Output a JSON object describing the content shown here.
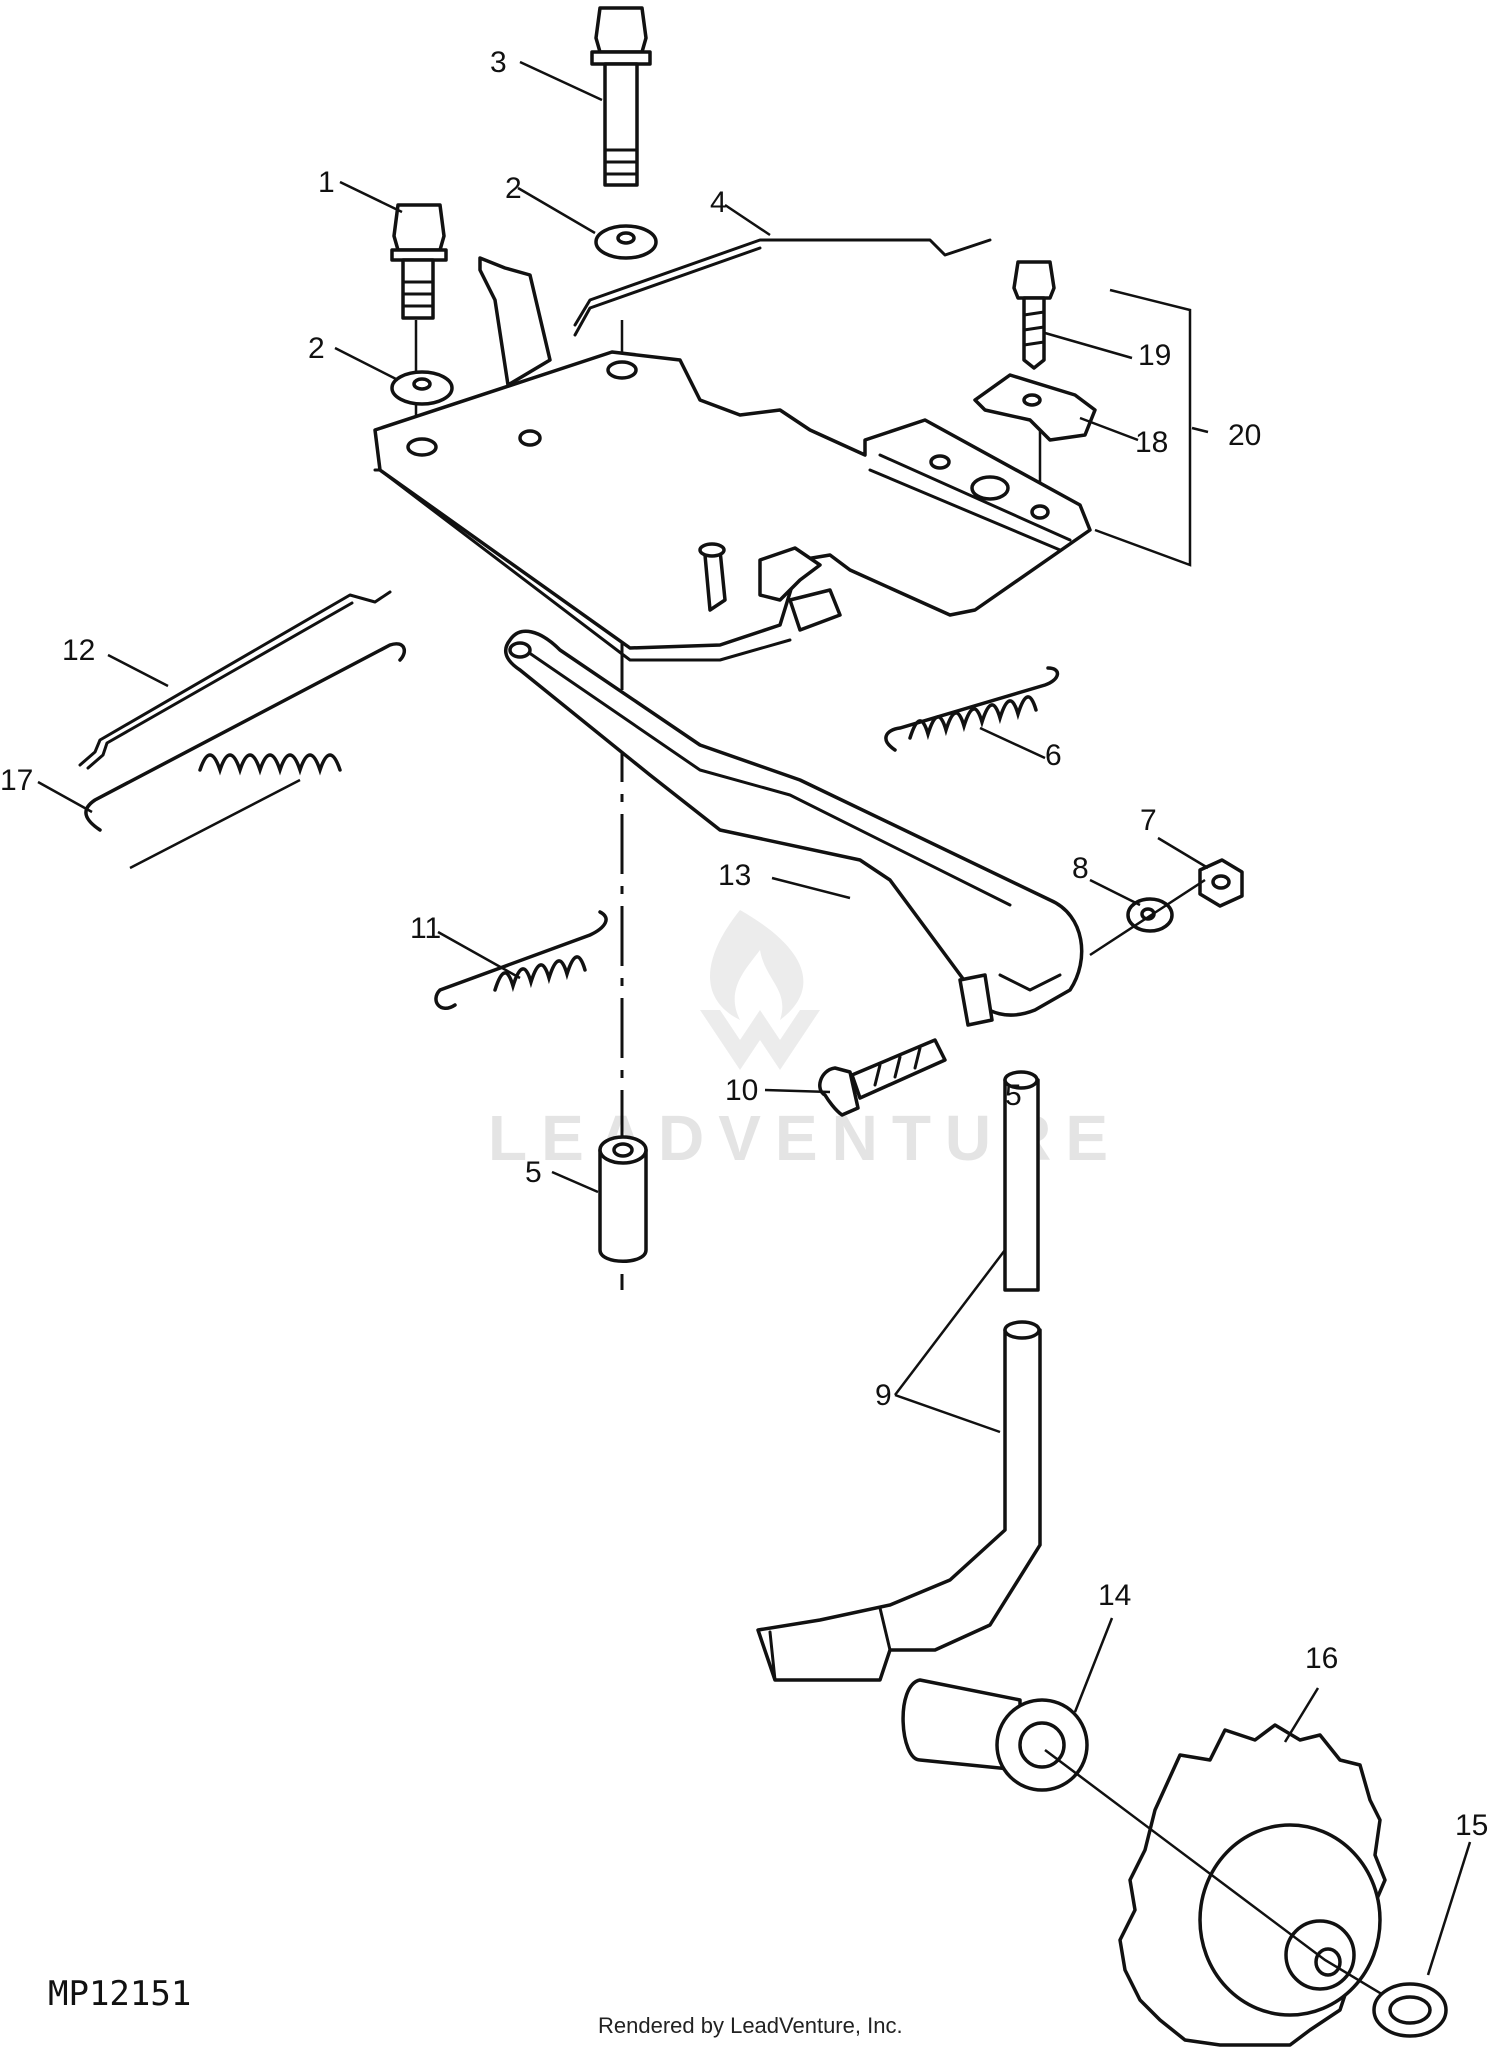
{
  "figure_code": "MP12151",
  "credit": "Rendered by LeadVenture, Inc.",
  "watermark": "LEADVENTURE",
  "callouts": {
    "c1": "1",
    "c2a": "2",
    "c2b": "2",
    "c3": "3",
    "c4": "4",
    "c5a": "5",
    "c5b": "5",
    "c6": "6",
    "c7": "7",
    "c8": "8",
    "c9": "9",
    "c10": "10",
    "c11": "11",
    "c12": "12",
    "c13": "13",
    "c14": "14",
    "c15": "15",
    "c16": "16",
    "c17": "17",
    "c18": "18",
    "c19": "19",
    "c20": "20"
  }
}
